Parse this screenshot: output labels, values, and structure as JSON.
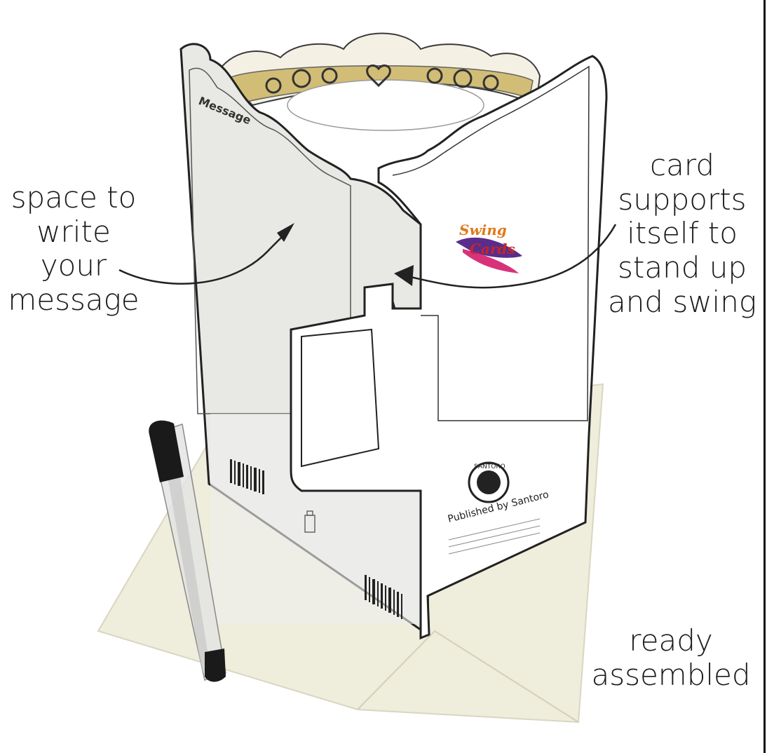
{
  "annotations": {
    "space_to_write": [
      "space to",
      "write",
      "your",
      "message"
    ],
    "card_supports": [
      "card",
      "supports",
      "itself to",
      "stand up",
      "and swing"
    ],
    "ready_assembled": [
      "ready",
      "assembled"
    ]
  },
  "card_print": {
    "message_label": "Message",
    "brand_top": "Swing",
    "brand_bottom": "Cards",
    "seal_text": "SANTORO",
    "published_by": "Published by Santoro"
  },
  "colors": {
    "envelope": "#efeddb",
    "card_back": "#e8e8e5",
    "card_front": "#ffffff",
    "tiara_gold": "#c9b25a",
    "pen": "#1a1a1a"
  }
}
